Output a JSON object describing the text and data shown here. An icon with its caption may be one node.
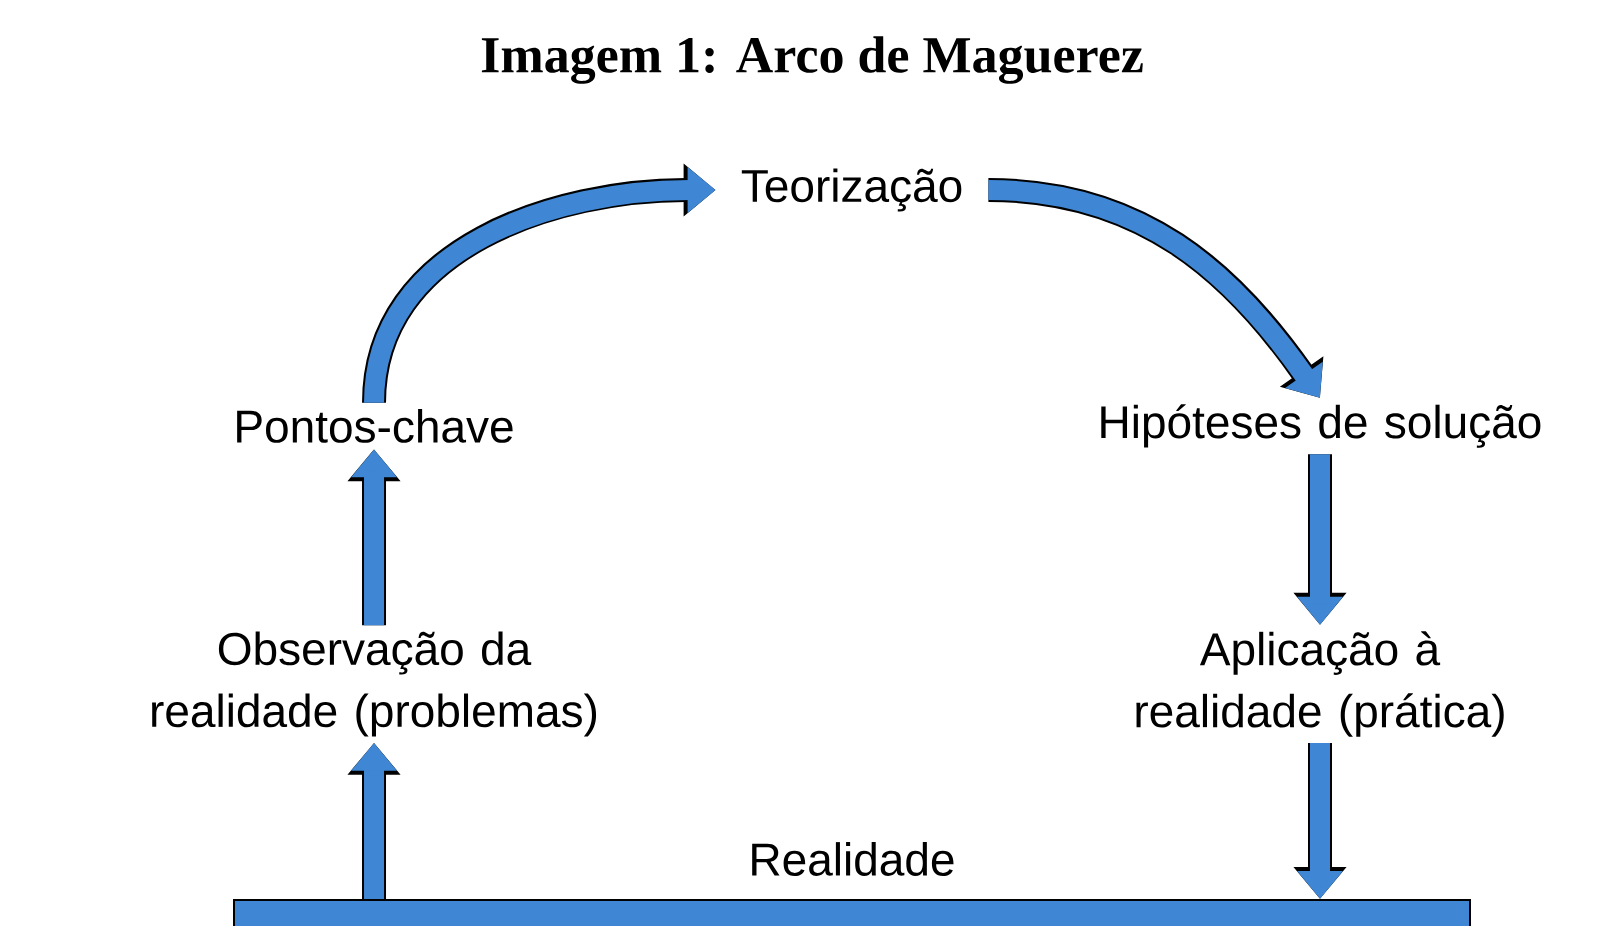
{
  "diagram": {
    "title": "Imagem 1: Arco de Maguerez",
    "nodes": [
      {
        "text": [
          "Realidade"
        ]
      },
      {
        "text": [
          "Observação da realidade (problemas)"
        ]
      },
      {
        "text": [
          "Pontos-chave"
        ]
      },
      {
        "text": [
          "Teorização"
        ]
      },
      {
        "text": [
          "Hipóteses de solução"
        ]
      },
      {
        "text": [
          "Aplicação à realidade (prática)"
        ]
      }
    ],
    "edges": [
      {
        "from": 0,
        "to": 1,
        "arrow": "to"
      },
      {
        "from": 1,
        "to": 2,
        "arrow": "to"
      },
      {
        "from": 2,
        "to": 3,
        "arrow": "to"
      },
      {
        "from": 3,
        "to": 4,
        "arrow": "to"
      },
      {
        "from": 4,
        "to": 5,
        "arrow": "to"
      },
      {
        "from": 5,
        "to": 0,
        "arrow": "to"
      }
    ]
  }
}
